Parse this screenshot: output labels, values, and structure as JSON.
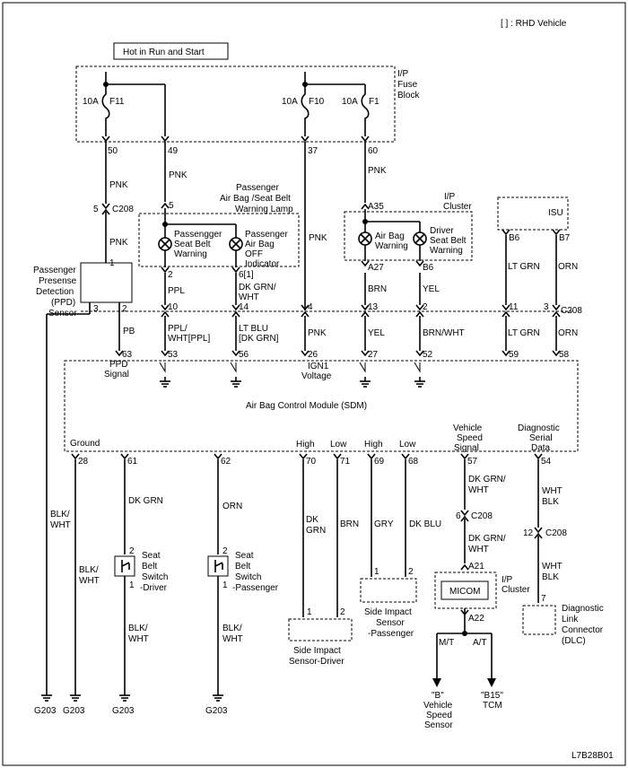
{
  "header": {
    "rhd_note": "[  ] : RHD Vehicle",
    "power_title": "Hot in Run and Start",
    "drawing_id": "L7B28B01"
  },
  "fuse_block": {
    "label1": "I/P",
    "label2": "Fuse",
    "label3": "Block",
    "f11_rating": "10A",
    "f11_name": "F11",
    "f10_rating": "10A",
    "f10_name": "F10",
    "f1_rating": "10A",
    "f1_name": "F1",
    "pin50": "50",
    "pin49": "49",
    "pin37": "37",
    "pin60": "60"
  },
  "wires": {
    "pnk": "PNK",
    "ppl": "PPL",
    "dkgrnwht1": "DK GRN/",
    "dkgrnwht2": "WHT",
    "brn": "BRN",
    "yel": "YEL",
    "ltgrn": "LT GRN",
    "orn": "ORN",
    "pb": "PB",
    "pplwht1": "PPL/",
    "pplwht2": "WHT[PPL]",
    "ltblu1": "LT BLU",
    "ltblu2": "[DK GRN]",
    "brnwht": "BRN/WHT",
    "blkwht1": "BLK/",
    "blkwht2": "WHT",
    "dkgrn": "DK GRN",
    "dk": "DK",
    "grn": "GRN",
    "gry": "GRY",
    "dkblu": "DK BLU",
    "wht": "WHT",
    "blk": "BLK"
  },
  "connectors": {
    "c208": "C208",
    "p5": "5",
    "p1": "1",
    "p2": "2",
    "p3": "3",
    "p6": "6",
    "p6rhd": "6[1]",
    "a35": "A35",
    "a27": "A27",
    "b6": "B6",
    "b7": "B7",
    "p10": "10",
    "p14": "14",
    "p4": "4",
    "p13": "13",
    "p11": "11",
    "p12": "12",
    "p7": "7",
    "a21": "A21",
    "a22": "A22"
  },
  "lamp": {
    "title1": "Passenger",
    "title2": "Air Bag /Seat Belt",
    "title3": "Warning Lamp",
    "psbw1": "Passengger",
    "psbw2": "Seat Belt",
    "psbw3": "Warning",
    "pab1": "Passenger",
    "pab2": "Air Bag",
    "pab3": "OFF",
    "pab4": "Indicator"
  },
  "cluster": {
    "l1": "I/P",
    "l2": "Cluster",
    "abw1": "Air Bag",
    "abw2": "Warning",
    "dsb1": "Driver",
    "dsb2": "Seat Belt",
    "dsb3": "Warning"
  },
  "isu": {
    "label": "ISU"
  },
  "ppd": {
    "l1": "Passenger",
    "l2": "Presense",
    "l3": "Detection",
    "l4": "(PPD)",
    "l5": "Sensor"
  },
  "sdm": {
    "title": "Air Bag Control Module (SDM)",
    "ppd_sig1": "PPD",
    "ppd_sig2": "Signal",
    "ign1": "IGN1",
    "ign2": "Voltage",
    "ground": "Ground",
    "high": "High",
    "low": "Low",
    "vss1": "Vehicle",
    "vss2": "Speed",
    "vss3": "Signal",
    "dsd1": "Diagnostic",
    "dsd2": "Serial",
    "dsd3": "Data",
    "t63": "63",
    "t53": "53",
    "t56": "56",
    "t26": "26",
    "t27": "27",
    "t52": "52",
    "t59": "59",
    "t58": "58",
    "b28": "28",
    "b61": "61",
    "b62": "62",
    "b70": "70",
    "b71": "71",
    "b69": "69",
    "b68": "68",
    "b57": "57",
    "b54": "54"
  },
  "switches": {
    "d1": "Seat",
    "d2": "Belt",
    "d3": "Switch",
    "d4": "-Driver",
    "p1": "Seat",
    "p2": "Belt",
    "p3": "Switch",
    "p4": "-Passenger"
  },
  "sensors": {
    "sd1": "Side Impact",
    "sd2": "Sensor-Driver",
    "sp1": "Side Impact",
    "sp2": "Sensor",
    "sp3": "-Passenger"
  },
  "micom": {
    "label": "MICOM",
    "cl1": "I/P",
    "cl2": "Cluster",
    "mt": "M/T",
    "at": "A/T",
    "bvss1": "\"B\"",
    "bvss2": "Vehicle",
    "bvss3": "Speed",
    "bvss4": "Sensor",
    "tcm1": "\"B15\"",
    "tcm2": "TCM"
  },
  "dlc": {
    "l1": "Diagnostic",
    "l2": "Link",
    "l3": "Connector",
    "l4": "(DLC)"
  },
  "grounds": {
    "g203": "G203"
  }
}
